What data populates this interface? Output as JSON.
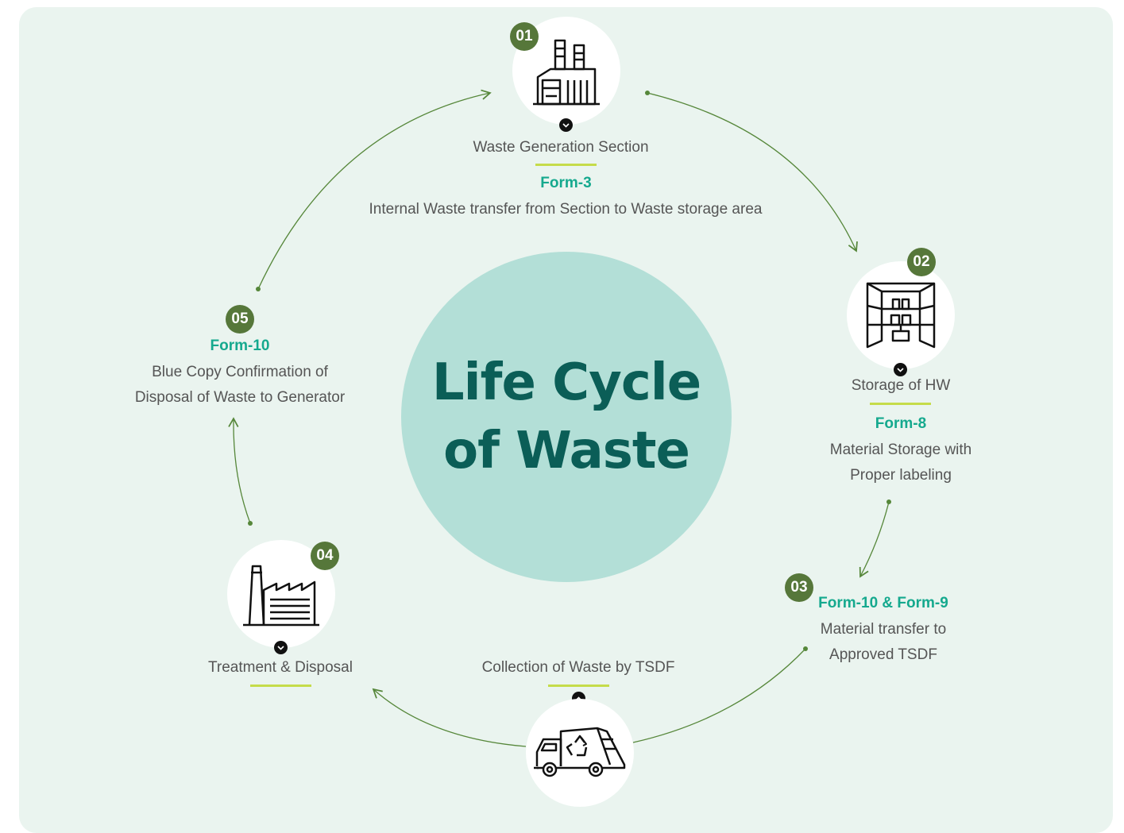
{
  "title": {
    "line1": "Life Cycle",
    "line2": "of Waste"
  },
  "colors": {
    "panel_bg": "#eaf4ef",
    "center_circle": "#b3dfd7",
    "title_text": "#0b5e57",
    "badge_bg": "#56773a",
    "form_text": "#15a98e",
    "underline": "#c5dc4a",
    "arrow": "#56873a"
  },
  "steps": [
    {
      "number": "01",
      "icon": "factory-chimneys-icon",
      "heading": "Waste Generation Section",
      "form": "Form-3",
      "description": [
        "Internal Waste transfer from Section to Waste storage area"
      ]
    },
    {
      "number": "02",
      "icon": "warehouse-storage-icon",
      "heading": "Storage of HW",
      "form": "Form-8",
      "description": [
        "Material Storage with",
        "Proper labeling"
      ]
    },
    {
      "number": "03",
      "icon": "",
      "heading": "",
      "form": "Form-10 & Form-9",
      "description": [
        "Material transfer to",
        "Approved TSDF"
      ]
    },
    {
      "number": "",
      "icon": "recycling-truck-icon",
      "heading": "Collection of Waste by TSDF",
      "form": "",
      "description": []
    },
    {
      "number": "04",
      "icon": "treatment-plant-icon",
      "heading": "Treatment & Disposal",
      "form": "",
      "description": []
    },
    {
      "number": "05",
      "icon": "",
      "heading": "",
      "form": "Form-10",
      "description": [
        "Blue Copy Confirmation of",
        "Disposal of Waste to Generator"
      ]
    }
  ]
}
